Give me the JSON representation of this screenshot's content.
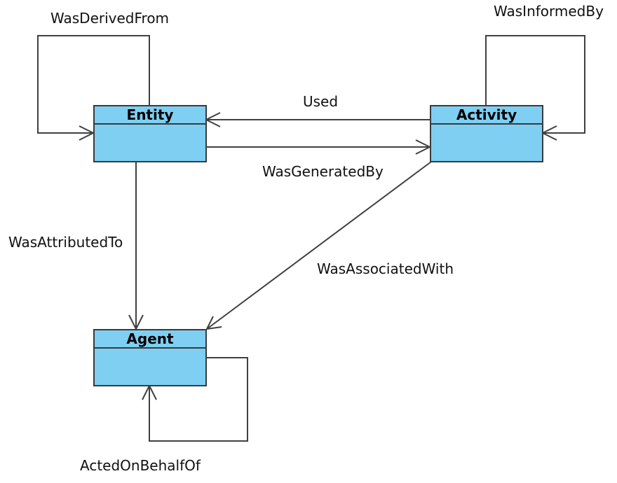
{
  "diagram": {
    "classes": {
      "entity": "Entity",
      "activity": "Activity",
      "agent": "Agent"
    },
    "relations": {
      "was_derived_from": "WasDerivedFrom",
      "was_informed_by": "WasInformedBy",
      "used": "Used",
      "was_generated_by": "WasGeneratedBy",
      "was_attributed_to": "WasAttributedTo",
      "was_associated_with": "WasAssociatedWith",
      "acted_on_behalf_of": "ActedOnBehalfOf"
    }
  }
}
